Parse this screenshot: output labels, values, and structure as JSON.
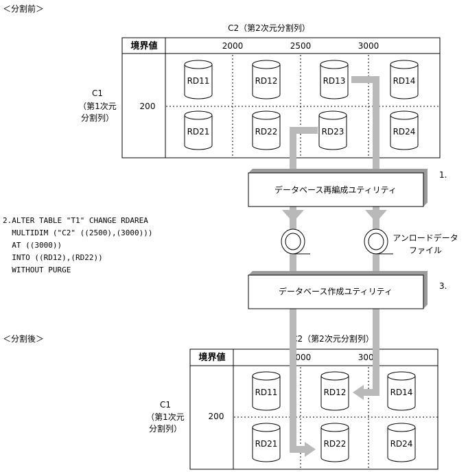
{
  "before": {
    "title": "＜分割前＞",
    "dim2_label": "C2（第2次元分割列）",
    "dim1_label": [
      "C1",
      "（第1次元",
      "分割列）"
    ],
    "header": "境界値",
    "col_bounds": [
      "2000",
      "2500",
      "3000"
    ],
    "row_bound": "200",
    "row1": [
      "RD11",
      "RD12",
      "RD13",
      "RD14"
    ],
    "row2": [
      "RD21",
      "RD22",
      "RD23",
      "RD24"
    ]
  },
  "step1": {
    "number": "1.",
    "label": "データベース再編成ユティリティ"
  },
  "step2": {
    "lines": [
      "2.ALTER TABLE \"T1\" CHANGE RDAREA",
      "  MULTIDIM (\"C2\" ((2500),(3000)))",
      "  AT ((3000))",
      "  INTO ((RD12),(RD22))",
      "  WITHOUT PURGE"
    ]
  },
  "unload_file": [
    "アンロードデータ",
    "ファイル"
  ],
  "step3": {
    "number": "3.",
    "label": "データベース作成ユティリティ"
  },
  "after": {
    "title": "＜分割後＞",
    "dim2_label": "C2（第2次元分割列）",
    "dim1_label": [
      "C1",
      "（第1次元",
      "分割列）"
    ],
    "header": "境界値",
    "col_bounds": [
      "2000",
      "3000"
    ],
    "row_bound": "200",
    "row1": [
      "RD11",
      "RD12",
      "RD14"
    ],
    "row2": [
      "RD21",
      "RD22",
      "RD24"
    ]
  },
  "colors": {
    "arrow": "#b9b9b9",
    "line": "#000000",
    "box_shadow": "#9a9a9a"
  }
}
